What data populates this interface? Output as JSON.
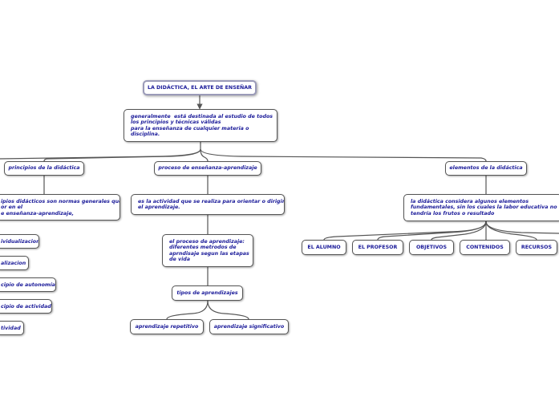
{
  "colors": {
    "text": "#1a1a99",
    "border": "#555555",
    "root_border": "#9a9ab8",
    "line": "#555555"
  },
  "nodes": {
    "root": "LA DIDÁCTICA, EL ARTE DE ENSEÑAR",
    "definition": "generalmente  está destinada al estudio de todos\nlos principios y técnicas válidas\npara la enseñanza de cualquier materia o\ndisciplina.",
    "principios": "principios de la didáctica",
    "proceso": "proceso de enseñanza-aprendizaje",
    "elementos": "elementos de la didáctica",
    "principios_desc": "ipios didácticos son normas generales que\nor en el\ne enseñanza-aprendizaje,",
    "proceso_desc": "es la actividad que se realiza para orientar o dirigir\nel aprendizaje.",
    "elementos_desc": "la didáctica considera algunos elementos\nfundamentales, sin los cuales la labor educativa no\ntendría los frutos o resultado",
    "p1": "ividualizacion",
    "p2": "alizacion",
    "p3": "cipio de autonomía",
    "p4": "cipio de actividad",
    "p5": "tividad",
    "proceso_aprendizaje": "el proceso de aprendizaje:\ndiferentes metrodos de\naprndisaje segun las etapas\nde vida",
    "tipos": "tipos de aprendizajes",
    "repetitivo": "aprendizaje repetitivo",
    "significativo": "aprendizaje significativo",
    "alumno": "EL ALUMNO",
    "profesor": "EL PROFESOR",
    "objetivos": "OBJETIVOS",
    "contenidos": "CONTENIDOS",
    "recursos": "RECURSOS"
  }
}
